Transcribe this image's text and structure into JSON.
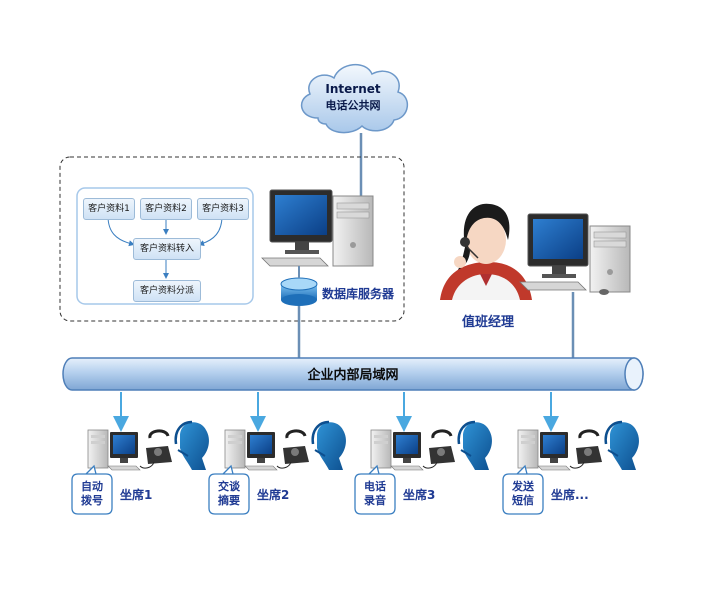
{
  "cloud": {
    "line1": "Internet",
    "line2": "电话公共网"
  },
  "data_panel": {
    "sources": [
      "客户资料1",
      "客户资料2",
      "客户资料3"
    ],
    "merge": "客户资料转入",
    "dispatch": "客户资料分派"
  },
  "db_server": {
    "label": "数据库服务器"
  },
  "manager": {
    "label": "值班经理"
  },
  "lan": {
    "label": "企业内部局域网"
  },
  "seats": [
    {
      "function": [
        "自动",
        "拨号"
      ],
      "name": "坐席1"
    },
    {
      "function": [
        "交谈",
        "摘要"
      ],
      "name": "坐席2"
    },
    {
      "function": [
        "电话",
        "录音"
      ],
      "name": "坐席3"
    },
    {
      "function": [
        "发送",
        "短信"
      ],
      "name": "坐席..."
    }
  ],
  "colors": {
    "lan_pipe": "#9ec0e8",
    "line": "#6b8fb5",
    "arrow": "#4aa8e0",
    "label": "#1f3a93"
  }
}
